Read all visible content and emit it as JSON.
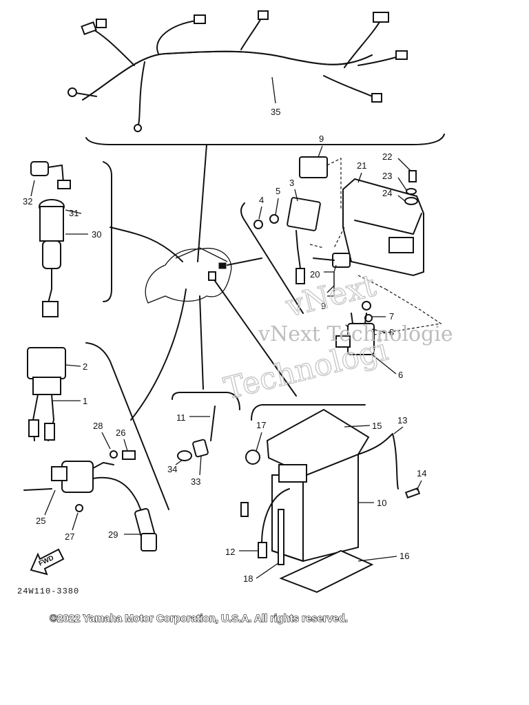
{
  "diagram": {
    "callouts": {
      "n1": "1",
      "n2": "2",
      "n3": "3",
      "n4": "4",
      "n5": "5",
      "n6": "6",
      "n7": "7",
      "n8": "8",
      "n9a": "9",
      "n9b": "9",
      "n10": "10",
      "n11": "11",
      "n12": "12",
      "n13": "13",
      "n14": "14",
      "n15": "15",
      "n16": "16",
      "n17": "17",
      "n18": "18",
      "n20": "20",
      "n21": "21",
      "n22": "22",
      "n23": "23",
      "n24": "24",
      "n25": "25",
      "n26": "26",
      "n27": "27",
      "n28": "28",
      "n29": "29",
      "n30": "30",
      "n31": "31",
      "n32": "32",
      "n33": "33",
      "n34": "34",
      "n35": "35"
    },
    "fwd_label": "FWD",
    "figure_code": "24W110-3380",
    "watermark_line1": "vNext Technologie",
    "watermark_line2": "vNext",
    "watermark_line3": "Technologi",
    "copyright": "©2022 Yamaha Motor Corporation, U.S.A. All rights reserved."
  }
}
